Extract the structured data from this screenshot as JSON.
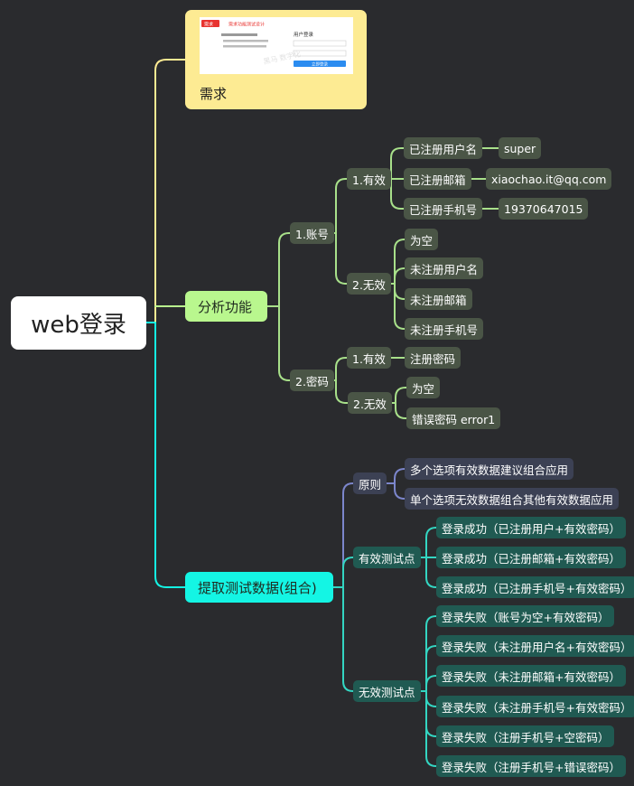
{
  "root": {
    "label": "web登录"
  },
  "requirement": {
    "label": "需求",
    "thumbnail": {
      "badge": "需求",
      "heading": "需求功能测试设计",
      "form_title": "用户登录",
      "button": "立即登录",
      "watermark": "黑马 数字化"
    }
  },
  "analysis": {
    "label": "分析功能",
    "account": {
      "label": "1.账号",
      "valid": {
        "label": "1.有效",
        "items": [
          {
            "label": "已注册用户名",
            "value": "super"
          },
          {
            "label": "已注册邮箱",
            "value": "xiaochao.it@qq.com"
          },
          {
            "label": "已注册手机号",
            "value": "19370647015"
          }
        ]
      },
      "invalid": {
        "label": "2.无效",
        "items": [
          "为空",
          "未注册用户名",
          "未注册邮箱",
          "未注册手机号"
        ]
      }
    },
    "password": {
      "label": "2.密码",
      "valid": {
        "label": "1.有效",
        "items": [
          "注册密码"
        ]
      },
      "invalid": {
        "label": "2.无效",
        "items": [
          "为空",
          "错误密码 error1"
        ]
      }
    }
  },
  "extract": {
    "label": "提取测试数据(组合)",
    "principle": {
      "label": "原则",
      "items": [
        "多个选项有效数据建议组合应用",
        "单个选项无效数据组合其他有效数据应用"
      ]
    },
    "valid_points": {
      "label": "有效测试点",
      "items": [
        "登录成功（已注册用户+有效密码）",
        "登录成功（已注册邮箱+有效密码）",
        "登录成功（已注册手机号+有效密码）"
      ]
    },
    "invalid_points": {
      "label": "无效测试点",
      "items": [
        "登录失败（账号为空+有效密码）",
        "登录失败（未注册用户名+有效密码）",
        "登录失败（未注册邮箱+有效密码）",
        "登录失败（未注册手机号+有效密码）",
        "登录失败（注册手机号+空密码）",
        "登录失败（注册手机号+错误密码）"
      ]
    }
  },
  "colors": {
    "background": "#2a2b2e",
    "yellow": "#fdeb93",
    "green": "#b9f78e",
    "cyan": "#14f5e4",
    "branch_green": "#a8e08a",
    "branch_purple": "#7c86cc",
    "branch_teal": "#33d6c2"
  }
}
